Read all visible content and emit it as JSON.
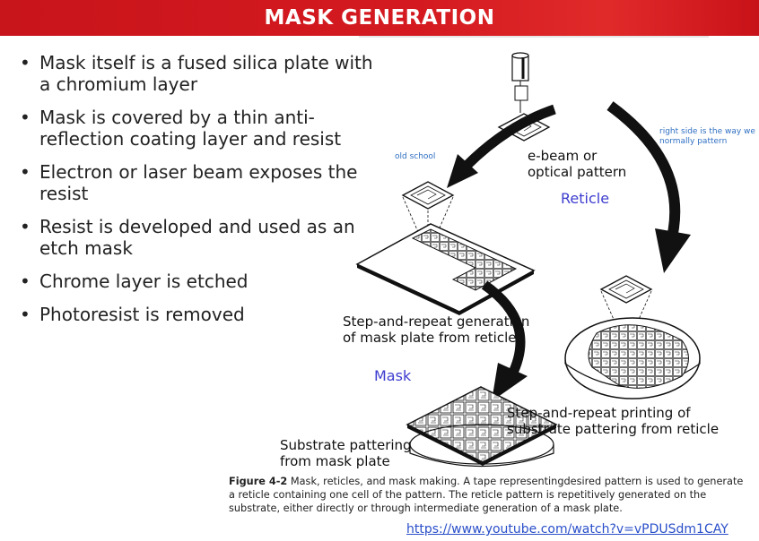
{
  "slide": {
    "title": "MASK GENERATION",
    "bullets": [
      "Mask itself is a fused silica plate with a chromium layer",
      "Mask is covered by a thin anti-reflection coating layer and resist",
      "Electron or laser beam exposes the resist",
      "Resist is developed and used as an etch mask",
      "Chrome layer is etched",
      "Photoresist is removed"
    ]
  },
  "figure": {
    "labels": {
      "ebeam_line1": "e-beam or",
      "ebeam_line2": "optical pattern",
      "reticle": "Reticle",
      "old_school": "old school",
      "right_note_line1": "right side is the way we",
      "right_note_line2": "normally pattern",
      "step_gen_line1": "Step-and-repeat generation",
      "step_gen_line2": "of mask plate from reticle",
      "mask": "Mask",
      "step_print_line1": "Step-and-repeat printing of",
      "step_print_line2": "substrate pattering from reticle",
      "substrate_line1": "Substrate pattering",
      "substrate_line2": "from mask plate"
    },
    "caption_bold": "Figure 4-2",
    "caption_text": " Mask, reticles, and mask making. A tape representingdesired pattern is used to generate a reticle containing one cell of the pattern. The reticle pattern is repetitively generated on the substrate, either directly or through intermediate generation of a mask plate."
  },
  "link": {
    "text": "https://www.youtube.com/watch?v=vPDUSdm1CAY"
  },
  "colors": {
    "banner": "#d41a20",
    "label_blue": "#3c3ccf",
    "note_blue": "#2f6fc2",
    "link_blue": "#2a4fc9"
  }
}
